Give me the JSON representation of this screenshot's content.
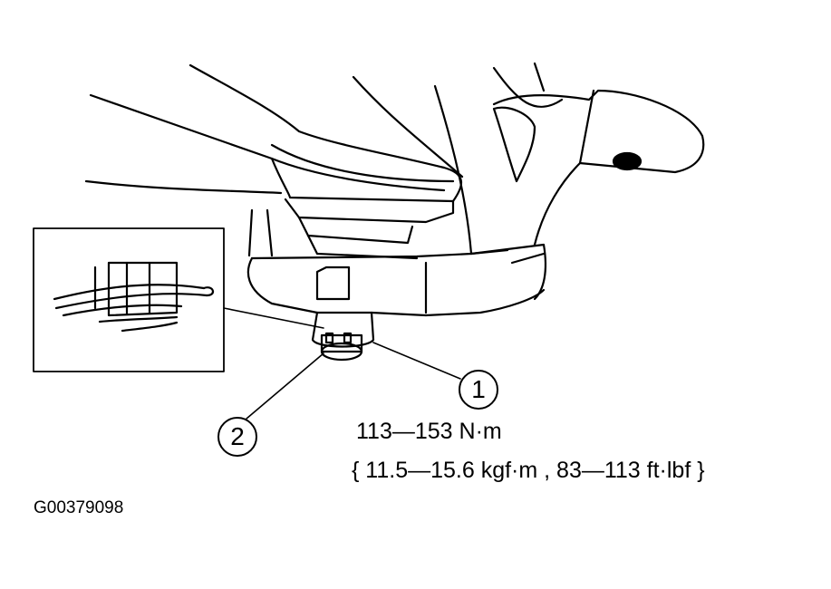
{
  "callouts": {
    "one": "1",
    "two": "2"
  },
  "torque": {
    "newton_meters": "113—153 N·m",
    "alt_units": "{ 11.5—15.6 kgf·m , 83—113 ft·lbf }"
  },
  "figure_id": "G00379098",
  "icons": [
    "knuckle-illustration",
    "cotter-pin-detail"
  ],
  "colors": {
    "line": "#000000",
    "background": "#ffffff"
  }
}
